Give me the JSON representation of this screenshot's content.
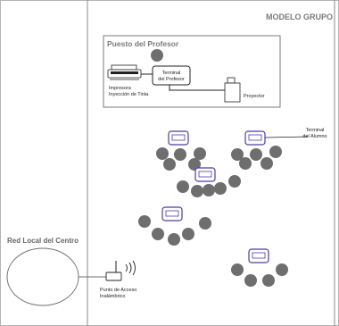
{
  "header": {
    "title": "MODELO GRUPO"
  },
  "teacher_station": {
    "title": "Puesto del Profesor",
    "terminal_line1": "Terminal",
    "terminal_line2": "del Profesor",
    "printer_line1": "Impresora",
    "printer_line2": "Inyección de Tinta",
    "projector_label": "Proyector"
  },
  "student_label": {
    "line1": "Terminal",
    "line2": "del Alumno"
  },
  "network": {
    "label": "Red Local del Centro"
  },
  "access_point": {
    "line1": "Punto de Acceso",
    "line2": "Inalámbrico"
  },
  "colors": {
    "line": "#6f6f6f",
    "terminal_outline": "#4a3ea0",
    "seat": "#6e6e6e",
    "title_text": "#7a7a7a"
  }
}
